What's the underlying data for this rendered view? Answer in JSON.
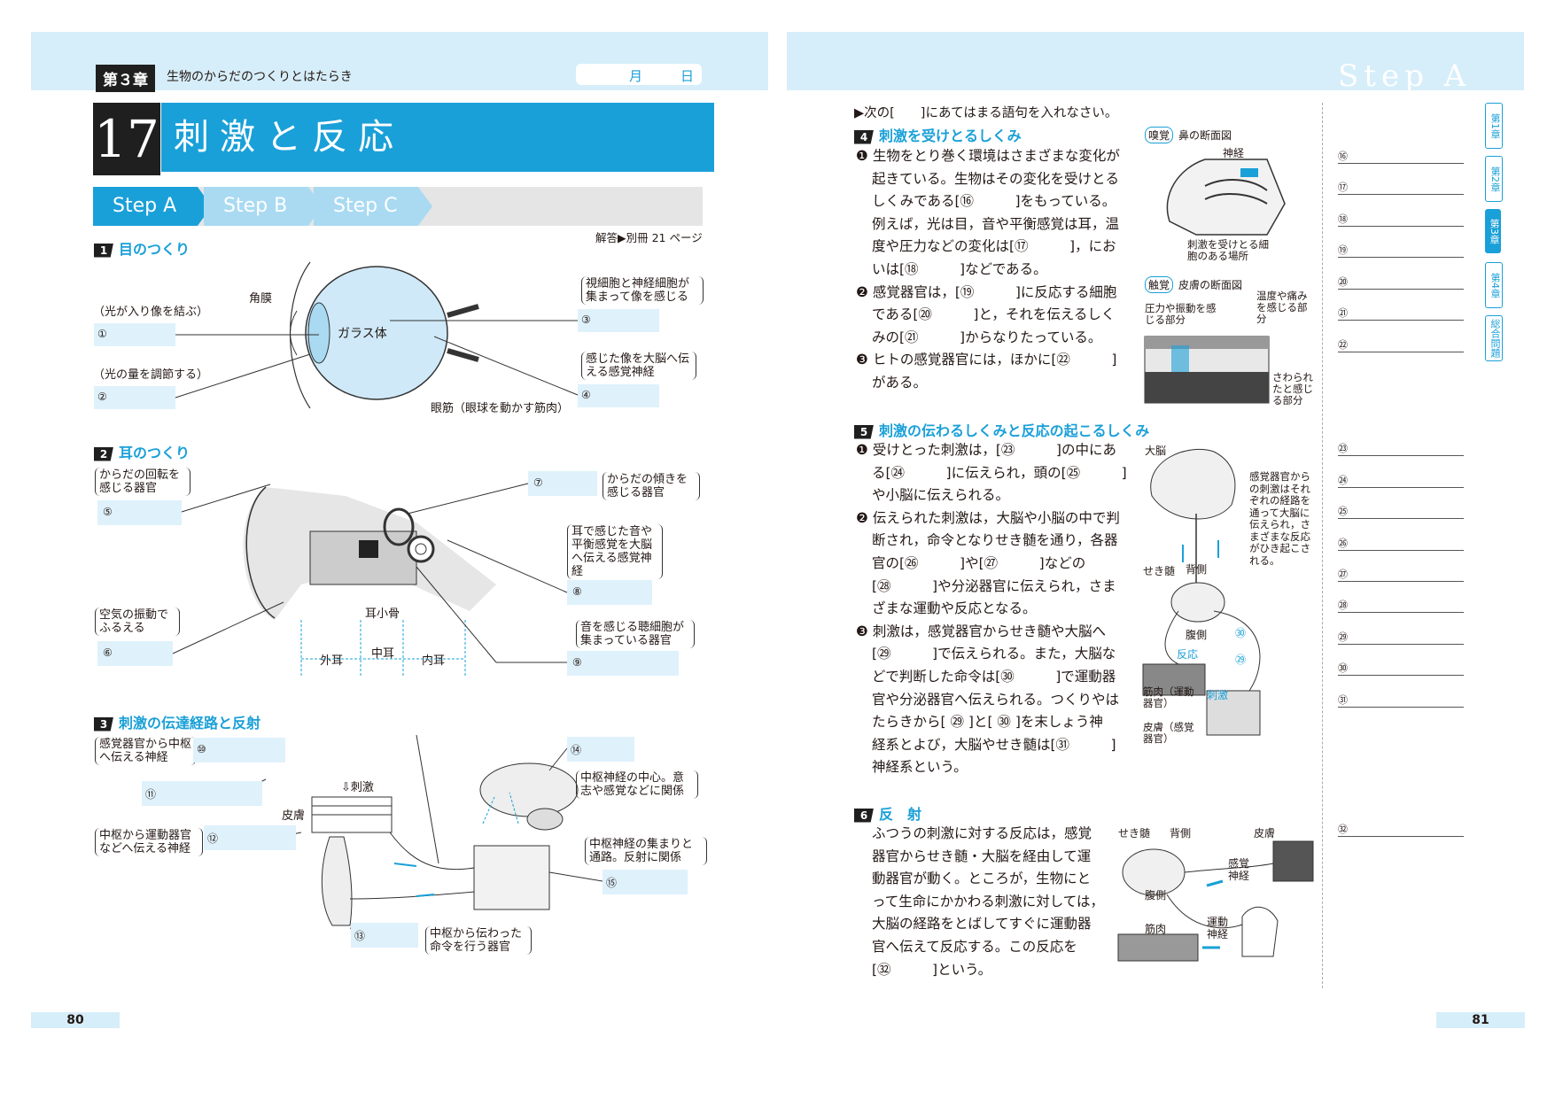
{
  "left_page": {
    "chapter_label": "第３章",
    "chapter_title": "生物のからだのつくりとはたらき",
    "date_month": "月",
    "date_day": "日",
    "lesson_number": "17",
    "lesson_title": "刺激と反応",
    "step_tabs": [
      "Step A",
      "Step B",
      "Step C"
    ],
    "answer_ref": "解答▶別冊 21 ページ",
    "sec1": {
      "num": "1",
      "title": "目のつくり",
      "labels": {
        "cornea": "角膜",
        "vitreous": "ガラス体",
        "eye_muscle": "眼筋（眼球を動かす筋肉）",
        "n1": "（光が入り像を結ぶ）",
        "n2": "（光の量を調節する）",
        "n3": "視細胞と神経細胞が集まって像を感じる",
        "n4": "感じた像を大脳へ伝える感覚神経"
      },
      "blanks": [
        "①",
        "②",
        "③",
        "④"
      ]
    },
    "sec2": {
      "num": "2",
      "title": "耳のつくり",
      "labels": {
        "n5": "からだの回転を感じる器官",
        "n6": "空気の振動でふるえる",
        "n7": "からだの傾きを感じる器官",
        "n8": "耳で感じた音や平衡感覚を大脳へ伝える感覚神経",
        "n9": "音を感じる聴細胞が集まっている器官",
        "ossicles": "耳小骨",
        "outer": "外耳",
        "middle": "中耳",
        "inner": "内耳"
      },
      "blanks": [
        "⑤",
        "⑥",
        "⑦",
        "⑧",
        "⑨"
      ]
    },
    "sec3": {
      "num": "3",
      "title": "刺激の伝達経路と反射",
      "labels": {
        "n10": "感覚器官から中枢へ伝える神経",
        "n12": "中枢から運動器官などへ伝える神経",
        "n13": "中枢から伝わった命令を行う器官",
        "n14": "中枢神経の中心。意志や感覚などに関係",
        "n15": "中枢神経の集まりと通路。反射に関係",
        "stimulus": "⇩刺激",
        "skin": "皮膚"
      },
      "blanks": [
        "⑩",
        "⑪",
        "⑫",
        "⑬",
        "⑭",
        "⑮"
      ]
    },
    "page_number": "80"
  },
  "right_page": {
    "header_step": "Step A",
    "instruction": "▶次の[　　]にあてはまる語句を入れなさい。",
    "sec4": {
      "num": "4",
      "title": "刺激を受けとるしくみ",
      "lines": [
        "❶ 生物をとり巻く環境はさまざまな変化が",
        "起きている。生物はその変化を受けとる",
        "しくみである[⑯　　　]をもっている。",
        "例えば，光は目，音や平衡感覚は耳，温",
        "度や圧力などの変化は[⑰　　　]，にお",
        "いは[⑱　　　]などである。",
        "❷ 感覚器官は，[⑲　　　]に反応する細胞",
        "である[⑳　　　]と，それを伝えるしく",
        "みの[㉑　　　]からなりたっている。",
        "❸ ヒトの感覚器官には，ほかに[㉒　　　]",
        "がある。"
      ],
      "fig_smell": {
        "tag": "嗅覚",
        "title": "鼻の断面図",
        "nerve": "神経",
        "caption": "刺激を受けとる細胞のある場所"
      },
      "fig_touch": {
        "tag": "触覚",
        "title": "皮膚の断面図",
        "pressure": "圧力や振動を感じる部分",
        "temp": "温度や痛みを感じる部分",
        "touch": "さわられたと感じる部分"
      }
    },
    "sec5": {
      "num": "5",
      "title": "刺激の伝わるしくみと反応の起こるしくみ",
      "lines": [
        "❶ 受けとった刺激は，[㉓　　　]の中にあ",
        "る[㉔　　　]に伝えられ，頭の[㉕　　　]",
        "や小脳に伝えられる。",
        "❷ 伝えられた刺激は，大脳や小脳の中で判",
        "断され，命令となりせき髄を通り，各器",
        "官の[㉖　　　]や[㉗　　　]などの",
        "[㉘　　　]や分泌器官に伝えられ，さま",
        "ざまな運動や反応となる。",
        "❸ 刺激は，感覚器官からせき髄や大脳へ",
        "[㉙　　　]で伝えられる。また，大脳な",
        "どで判断した命令は[㉚　　　]で運動器",
        "官や分泌器官へ伝えられる。つくりやは",
        "たらきから[ ㉙ ]と[ ㉚ ]を末しょう神",
        "経系とよび，大脳やせき髄は[㉛　　　]",
        "神経系という。"
      ],
      "fig": {
        "brain": "大脳",
        "spinal": "せき髄",
        "back": "背側",
        "belly": "腹側",
        "reaction": "反応",
        "stim": "刺激",
        "muscle": "筋肉（運動器官）",
        "skin": "皮膚（感覚器官）",
        "note": "感覚器官からの刺激はそれぞれの経路を通って大脳に伝えられ，さまざまな反応がひき起こされる。",
        "b30": "㉚",
        "b29": "㉙"
      }
    },
    "sec6": {
      "num": "6",
      "title": "反　射",
      "lines": [
        "ふつうの刺激に対する反応は，感覚",
        "器官からせき髄・大脳を経由して運",
        "動器官が動く。ところが，生物にと",
        "って生命にかかわる刺激に対しては，",
        "大脳の経路をとばしてすぐに運動器",
        "官へ伝えて反応する。この反応を",
        "[㉜　　　]という。"
      ],
      "fig": {
        "spinal": "せき髄",
        "back": "背側",
        "belly": "腹側",
        "skin": "皮膚",
        "sense": "感覚神経",
        "motor": "運動神経",
        "muscle": "筋肉"
      }
    },
    "answer_slots": [
      "⑯",
      "⑰",
      "⑱",
      "⑲",
      "⑳",
      "㉑",
      "㉒",
      "㉓",
      "㉔",
      "㉕",
      "㉖",
      "㉗",
      "㉘",
      "㉙",
      "㉚",
      "㉛",
      "㉜"
    ],
    "side_tabs": [
      "第1章",
      "第2章",
      "第3章",
      "第4章",
      "総合問題"
    ],
    "page_number": "81"
  }
}
